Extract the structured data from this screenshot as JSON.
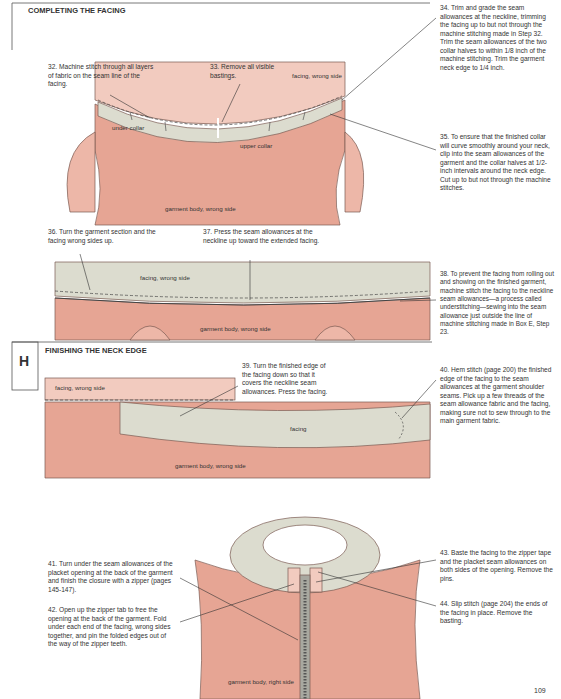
{
  "diagram": {
    "labels": [
      "COMPLETING THE FACING",
      "32. Machine stitch through all layers of fabric on the seam line of the facing.",
      "33. Remove all visible bastings.",
      "34. Trim and grade the seam allowances at the neckline, trimming the facing up to but not through the machine stitching made in Step 32. Trim the seam allowances of the two collar halves to within 1/8 inch of the machine stitching. Trim the garment neck edge to 1/4 inch.",
      "facing, wrong side",
      "under collar",
      "upper collar",
      "garment body, wrong side",
      "35. To ensure that the finished collar will curve smoothly around your neck, clip into the seam allowances of the garment and the collar halves at 1/2-inch intervals around the neck edge. Cut up to but not through the machine stitches.",
      "36. Turn the garment section and the facing wrong sides up.",
      "37. Press the seam allowances at the neckline up toward the extended facing.",
      "facing, wrong side",
      "garment body, wrong side",
      "38. To prevent the facing from rolling out and showing on the finished garment, machine stitch the facing to the neckline seam allowances—a process called understitching—sewing into the seam allowance just outside the line of machine stitching made in Box E, Step 23.",
      "H",
      "FINISHING THE NECK EDGE",
      "39. Turn the finished edge of the facing down so that it covers the neckline seam allowances. Press the facing.",
      "facing, wrong side",
      "facing",
      "garment body, wrong side",
      "40. Hem stitch (page 200) the finished edge of the facing to the seam allowances at the garment shoulder seams. Pick up a few threads of the seam allowance fabric and the facing, making sure not to sew through to the main garment fabric.",
      "41. Turn under the seam allowances of the placket opening at the back of the garment and finish the closure with a zipper (pages 145-147).",
      "42. Open up the zipper tab to free the opening at the back of the garment. Fold under each end of the facing, wrong sides together, and pin the folded edges out of the way of the zipper teeth.",
      "43. Baste the facing to the zipper tape and the placket seam allowances on both sides of the opening. Remove the pins.",
      "44. Slip stitch (page 204) the ends of the facing in place. Remove the basting.",
      "garment body, right side",
      "109"
    ]
  }
}
